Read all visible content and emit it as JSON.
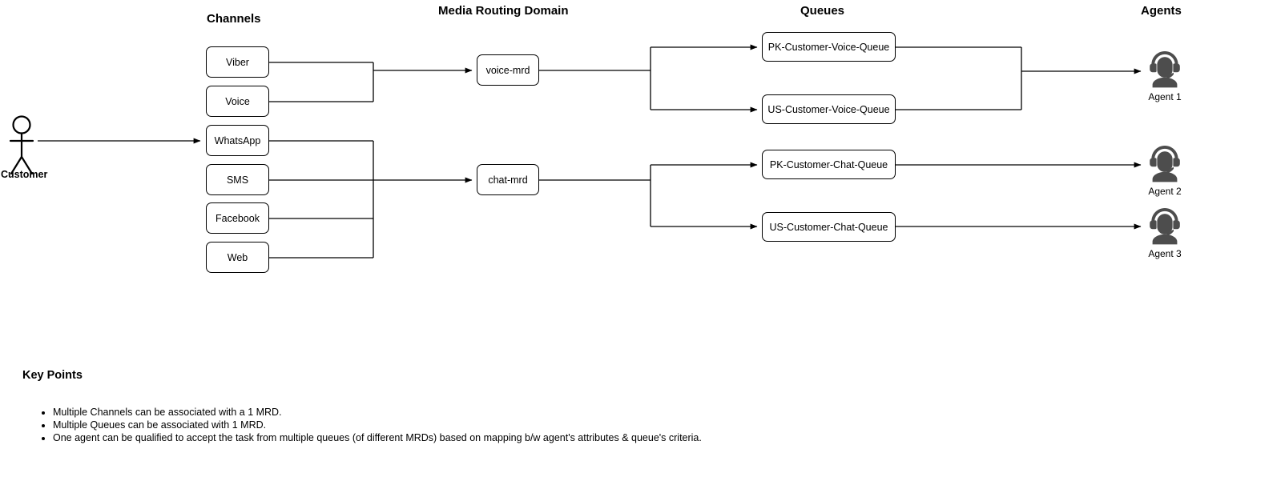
{
  "columns": {
    "channels": "Channels",
    "mrd": "Media Routing Domain",
    "queues": "Queues",
    "agents": "Agents"
  },
  "customer": {
    "label": "Customer",
    "icon": "stick-figure-actor-icon"
  },
  "channels": [
    {
      "label": "Viber"
    },
    {
      "label": "Voice"
    },
    {
      "label": "WhatsApp"
    },
    {
      "label": "SMS"
    },
    {
      "label": "Facebook"
    },
    {
      "label": "Web"
    }
  ],
  "mrds": [
    {
      "label": "voice-mrd"
    },
    {
      "label": "chat-mrd"
    }
  ],
  "queues": [
    {
      "label": "PK-Customer-Voice-Queue"
    },
    {
      "label": "US-Customer-Voice-Queue"
    },
    {
      "label": "PK-Customer-Chat-Queue"
    },
    {
      "label": "US-Customer-Chat-Queue"
    }
  ],
  "agents": [
    {
      "label": "Agent 1",
      "icon": "headset-agent-icon"
    },
    {
      "label": "Agent 2",
      "icon": "headset-agent-icon"
    },
    {
      "label": "Agent 3",
      "icon": "headset-agent-icon"
    }
  ],
  "key_points": {
    "title": "Key Points",
    "items": [
      "Multiple Channels can be associated with a 1 MRD.",
      "Multiple Queues can be associated with 1 MRD.",
      "One agent can be qualified to accept the task from multiple queues (of different MRDs) based on mapping b/w agent's attributes & queue's criteria."
    ]
  },
  "colors": {
    "stroke": "#000000",
    "background": "#ffffff",
    "agent_fill": "#4d4d4d",
    "text": "#000000"
  }
}
